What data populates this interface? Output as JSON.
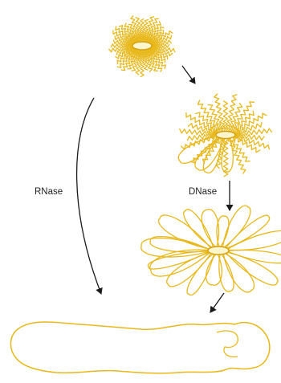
{
  "labels": {
    "rnase": "RNase",
    "dnase": "DNase"
  },
  "colors": {
    "strand": "#e8b81a",
    "strand_dark": "#d4a010",
    "core": "#fff6cc",
    "arrow": "#1a1a1a",
    "background": "#ffffff"
  },
  "stages": [
    "compact-complex",
    "extended-complex",
    "dnase-treated-loops",
    "rnase-treated-loop"
  ]
}
